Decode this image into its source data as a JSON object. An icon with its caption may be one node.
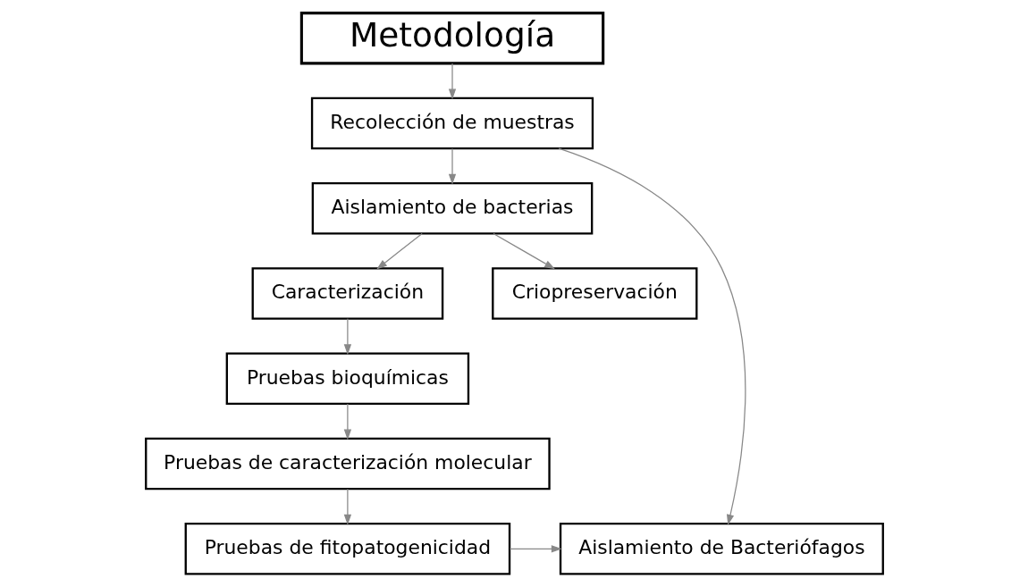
{
  "diagram": {
    "nodes": [
      {
        "text": [
          "Metodología"
        ]
      },
      {
        "text": [
          "Recolección de muestras"
        ]
      },
      {
        "text": [
          "Aislamiento de bacterias"
        ]
      },
      {
        "text": [
          "Caracterización"
        ]
      },
      {
        "text": [
          "Criopreservación"
        ]
      },
      {
        "text": [
          "Pruebas bioquímicas"
        ]
      },
      {
        "text": [
          "Pruebas de caracterización molecular"
        ]
      },
      {
        "text": [
          "Pruebas de fitopatogenicidad"
        ]
      },
      {
        "text": [
          "Aislamiento de Bacteriófagos"
        ]
      }
    ],
    "edges": [
      {
        "from": 0,
        "to": 1,
        "arrow": "to"
      },
      {
        "from": 1,
        "to": 2,
        "arrow": "to"
      },
      {
        "from": 1,
        "to": 8,
        "arrow": "to"
      },
      {
        "from": 2,
        "to": 3,
        "arrow": "to"
      },
      {
        "from": 2,
        "to": 4,
        "arrow": "to"
      },
      {
        "from": 3,
        "to": 5,
        "arrow": "to"
      },
      {
        "from": 5,
        "to": 6,
        "arrow": "to"
      },
      {
        "from": 6,
        "to": 7,
        "arrow": "to"
      },
      {
        "from": 7,
        "to": 8,
        "arrow": "to"
      }
    ]
  }
}
